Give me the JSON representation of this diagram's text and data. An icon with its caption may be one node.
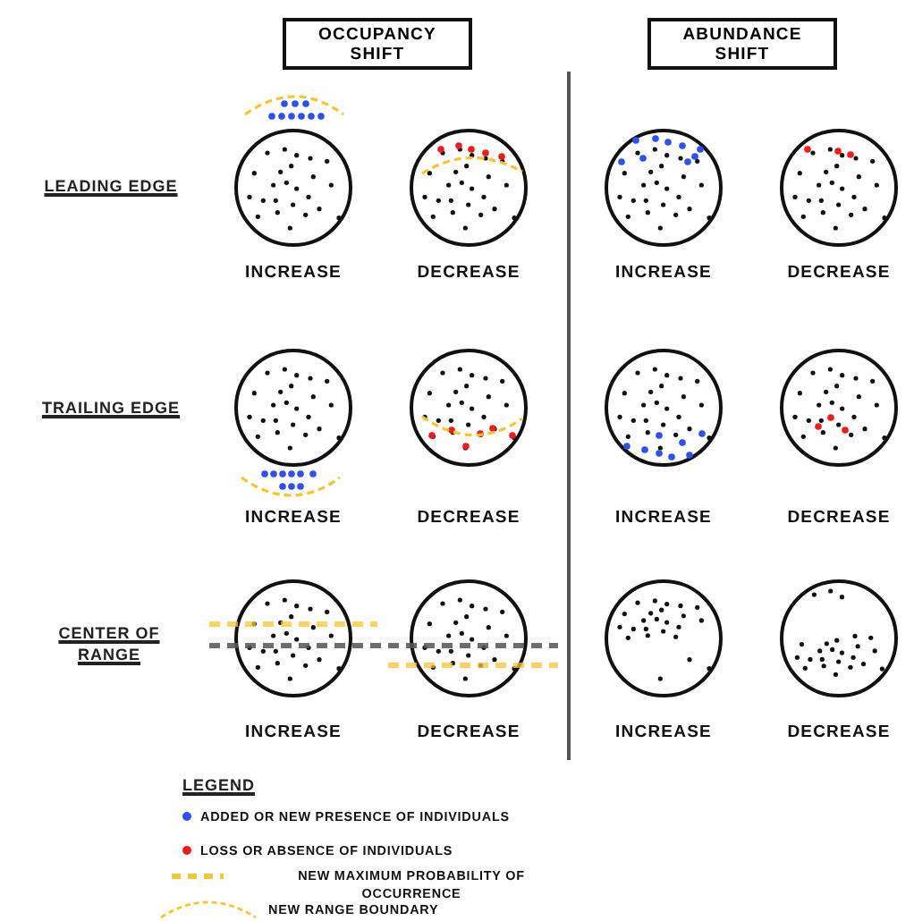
{
  "diagram": {
    "nodes": [
      {
        "text": [
          "OCCUPANCY SHIFT"
        ]
      },
      {
        "text": [
          "ABUNDANCE SHIFT"
        ]
      },
      {
        "text": [],
        "shape": "circle",
        "beside": [
          "INCREASE"
        ]
      },
      {
        "text": [],
        "shape": "circle",
        "beside": [
          "DECREASE"
        ]
      },
      {
        "text": [],
        "shape": "circle",
        "beside": [
          "INCREASE"
        ]
      },
      {
        "text": [],
        "shape": "circle",
        "beside": [
          "DECREASE"
        ]
      },
      {
        "text": [],
        "shape": "circle",
        "beside": [
          "INCREASE"
        ]
      },
      {
        "text": [],
        "shape": "circle",
        "beside": [
          "DECREASE"
        ]
      },
      {
        "text": [],
        "shape": "circle",
        "beside": [
          "INCREASE"
        ]
      },
      {
        "text": [],
        "shape": "circle",
        "beside": [
          "DECREASE"
        ]
      },
      {
        "text": [],
        "shape": "circle",
        "beside": [
          "INCREASE"
        ]
      },
      {
        "text": [],
        "shape": "circle",
        "beside": [
          "DECREASE"
        ]
      },
      {
        "text": [],
        "shape": "circle",
        "beside": [
          "INCREASE"
        ]
      },
      {
        "text": [],
        "shape": "circle",
        "beside": [
          "DECREASE"
        ]
      }
    ],
    "edges": [],
    "labels": [
      "LEADING EDGE",
      "TRAILING EDGE",
      "CENTER OF RANGE",
      "LEGEND"
    ],
    "legend": [
      {
        "text": "ADDED OR NEW PRESENCE OF INDIVIDUALS",
        "color": "#2f4ff2"
      },
      {
        "text": "LOSS OR ABSENCE OF INDIVIDUALS",
        "color": "#ee1c1c"
      },
      {
        "text": "NEW MAXIMUM PROBABILITY OF OCCURRENCE"
      },
      {
        "text": "NEW RANGE BOUNDARY"
      }
    ]
  }
}
